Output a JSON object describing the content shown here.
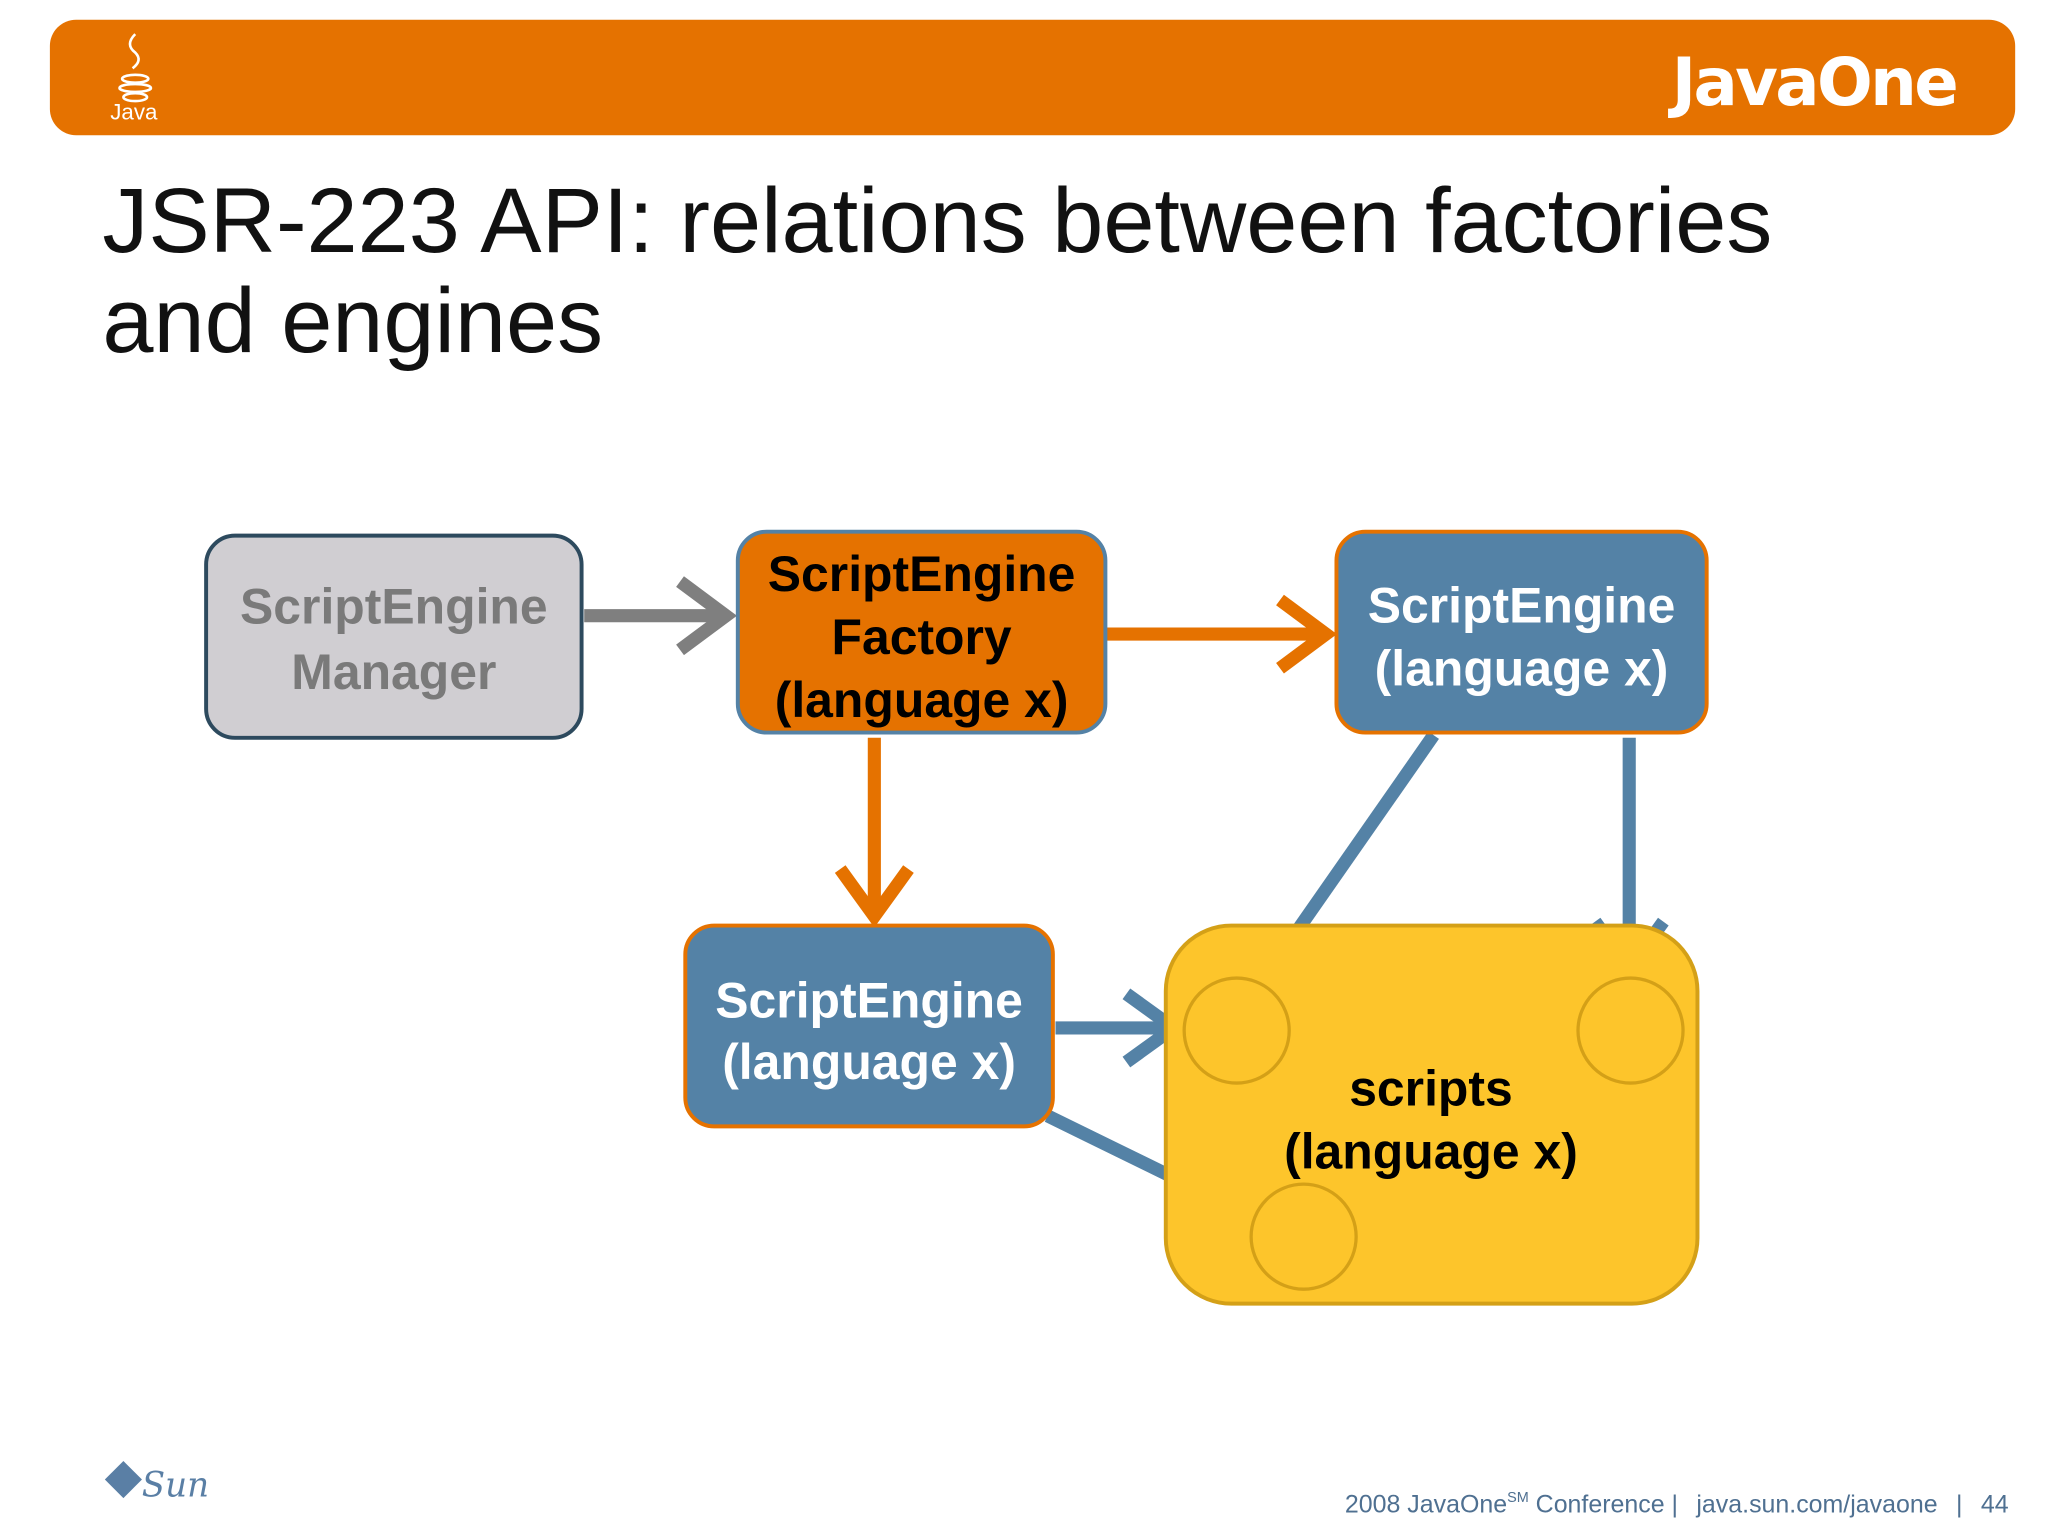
{
  "header": {
    "java_logo_text": "Java",
    "brand_logo_text": "JavaOne",
    "bar_color": "#E57200"
  },
  "slide": {
    "title_line1": "JSR-223 API: relations between factories",
    "title_line2": "and engines"
  },
  "diagram": {
    "manager": {
      "line1": "ScriptEngine",
      "line2": "Manager"
    },
    "factory": {
      "line1": "ScriptEngine",
      "line2": "Factory",
      "line3": "(language x)"
    },
    "engine_top": {
      "line1": "ScriptEngine",
      "line2": "(language x)"
    },
    "engine_bottom": {
      "line1": "ScriptEngine",
      "line2": "(language x)"
    },
    "scripts": {
      "line1": "scripts",
      "line2": "(language x)"
    },
    "colors": {
      "orange": "#E57200",
      "blue": "#5482A6",
      "yellow": "#FDC52B",
      "gray": "#D0CED2"
    }
  },
  "footer": {
    "sun_logo_text": "Sun",
    "conference": "2008 JavaOne",
    "sm": "SM",
    "conference_suffix": " Conference |",
    "url": "java.sun.com/javaone",
    "sep": "|",
    "page_number": "44"
  }
}
